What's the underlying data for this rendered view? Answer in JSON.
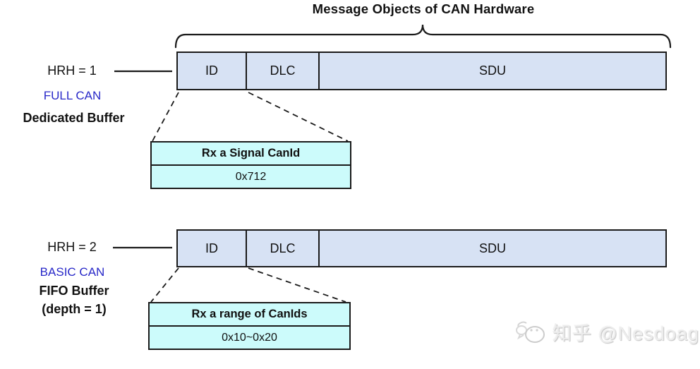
{
  "title": "Message Objects of CAN Hardware",
  "rows": [
    {
      "hrh": "HRH = 1",
      "can_type": "FULL CAN",
      "buffer_line1": "Dedicated Buffer",
      "buffer_line2": "",
      "fields": [
        "ID",
        "DLC",
        "SDU"
      ],
      "callout": {
        "header": "Rx a Signal CanId",
        "value": "0x712"
      }
    },
    {
      "hrh": "HRH = 2",
      "can_type": "BASIC CAN",
      "buffer_line1": "FIFO Buffer",
      "buffer_line2": "(depth = 1)",
      "fields": [
        "ID",
        "DLC",
        "SDU"
      ],
      "callout": {
        "header": "Rx a range of CanIds",
        "value": "0x10~0x20"
      }
    }
  ],
  "watermark": {
    "text": "知乎 @Nesdoag"
  },
  "colors": {
    "bar_fill": "#d7e2f4",
    "callout_fill": "#ccfbfb",
    "blue_label": "#2828c8",
    "line": "#1a1a1a"
  }
}
